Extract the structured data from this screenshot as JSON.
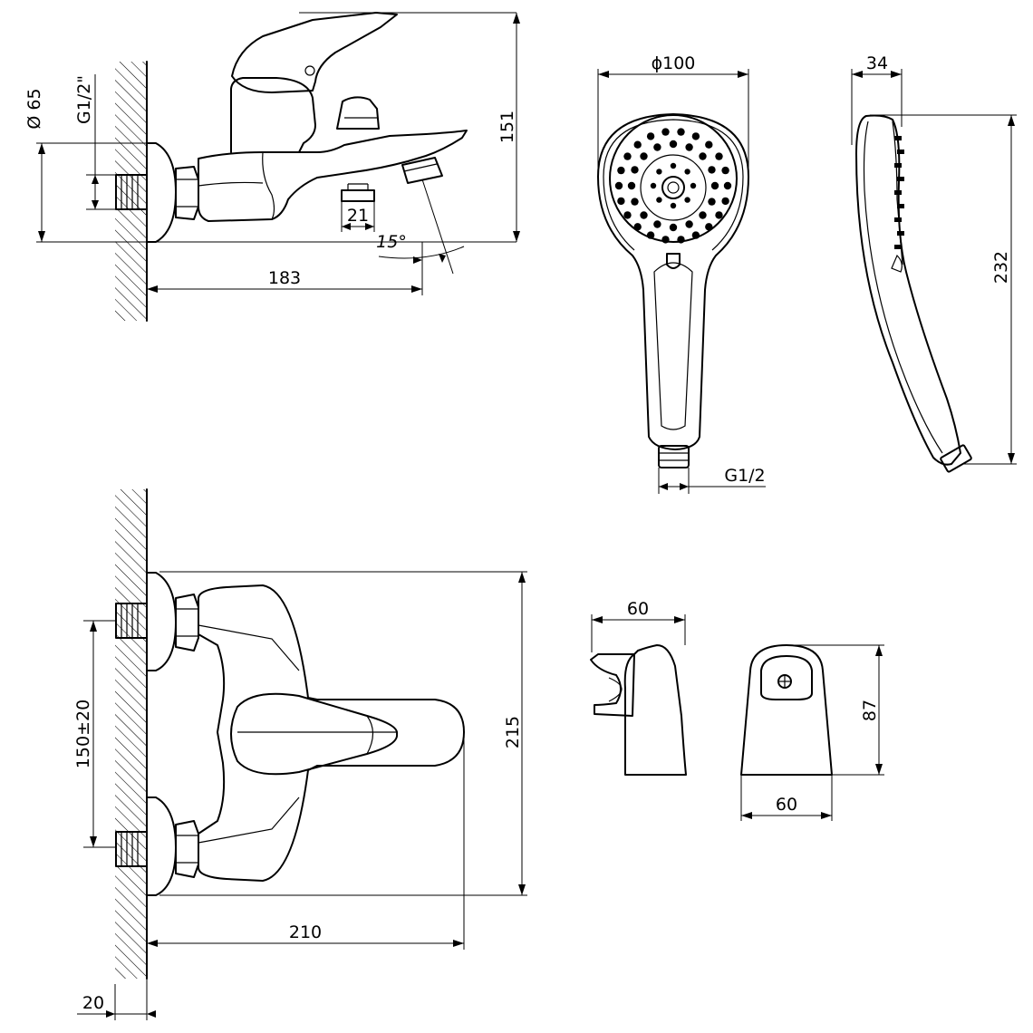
{
  "drawing": {
    "faucet_side": {
      "dims": {
        "diameter": "Ø 65",
        "thread": "G1/2\"",
        "height": "151",
        "outlet": "21",
        "angle": "15°",
        "depth": "183"
      }
    },
    "shower_front": {
      "dims": {
        "diameter": "ϕ100",
        "thread": "G1/2"
      }
    },
    "shower_side": {
      "dims": {
        "width": "34",
        "length": "232"
      }
    },
    "faucet_top": {
      "dims": {
        "spacing": "150±20",
        "width": "215",
        "depth": "210",
        "wall_offset": "20"
      }
    },
    "holder_side": {
      "dims": {
        "width": "60"
      }
    },
    "holder_front": {
      "dims": {
        "height": "87",
        "width": "60"
      }
    },
    "colors": {
      "line": "#000000",
      "background": "#ffffff"
    }
  }
}
